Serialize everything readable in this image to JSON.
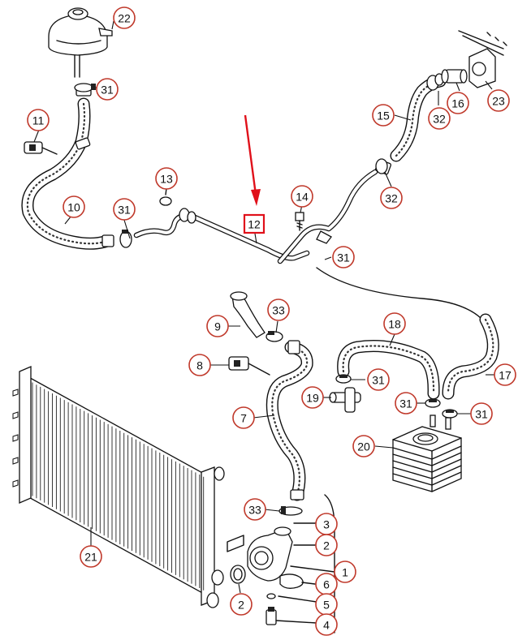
{
  "diagram": {
    "callouts": [
      {
        "label": "22"
      },
      {
        "label": "31"
      },
      {
        "label": "11"
      },
      {
        "label": "10"
      },
      {
        "label": "31"
      },
      {
        "label": "13"
      },
      {
        "label": "12"
      },
      {
        "label": "14"
      },
      {
        "label": "15"
      },
      {
        "label": "32"
      },
      {
        "label": "16"
      },
      {
        "label": "23"
      },
      {
        "label": "32"
      },
      {
        "label": "31"
      },
      {
        "label": "9"
      },
      {
        "label": "33"
      },
      {
        "label": "8"
      },
      {
        "label": "7"
      },
      {
        "label": "18"
      },
      {
        "label": "31"
      },
      {
        "label": "19"
      },
      {
        "label": "17"
      },
      {
        "label": "31"
      },
      {
        "label": "31"
      },
      {
        "label": "20"
      },
      {
        "label": "21"
      },
      {
        "label": "33"
      },
      {
        "label": "3"
      },
      {
        "label": "2"
      },
      {
        "label": "1"
      },
      {
        "label": "6"
      },
      {
        "label": "2"
      },
      {
        "label": "5"
      },
      {
        "label": "4"
      }
    ],
    "highlighted_label": "12",
    "colors": {
      "callout_ring": "#c0392b",
      "highlight": "#e0101a",
      "ink": "#111111"
    }
  }
}
